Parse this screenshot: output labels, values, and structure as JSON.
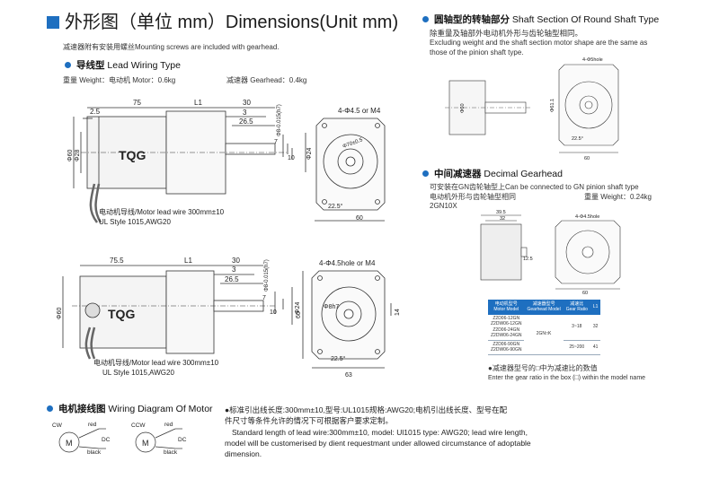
{
  "header": {
    "title": "外形图（单位 mm）Dimensions(Unit mm)",
    "note": "减速器附有安装用螺丝Mounting screws are included with gearhead."
  },
  "lead": {
    "title_cn": "导线型",
    "title_en": "Lead Wiring Type",
    "weight_motor": "重量 Weight：电动机 Motor：0.6kg",
    "weight_gear": "减速器 Gearhead：0.4kg"
  },
  "shaft": {
    "title_cn": "圆轴型的转轴部分",
    "title_en": "Shaft Section Of Round Shaft Type",
    "desc_cn": "除重量及轴部外电动机外形与齿轮轴型相同。",
    "desc_en1": "Excluding weight and the shaft section motor shape are the same as",
    "desc_en2": "those of the pinion shaft type."
  },
  "decimal": {
    "title_cn": "中间减速器",
    "title_en": "Decimal Gearhead",
    "desc1": "可安装在GN齿轮轴型上Can be connected to GN pinion shaft type",
    "desc2": "电动机外形与齿轮轴型相同",
    "weight": "重量 Weight：0.24kg",
    "model": "2GN10X"
  },
  "drawing1": {
    "dims": [
      "2.5",
      "75",
      "L1",
      "30",
      "3",
      "26.5",
      "Φ8-0.015(h7)",
      "7",
      "10",
      "Φ24",
      "Φ60",
      "Φ28",
      "Φ70±0.5",
      "4-Φ4.5 or M4",
      "22.5°",
      "60"
    ],
    "brand": "TQG",
    "lead_cn": "电动机导线/Motor lead wire 300mm±10",
    "lead_en": "UL Style 1015,AWG20"
  },
  "drawing2": {
    "dims": [
      "75.5",
      "L1",
      "30",
      "3",
      "26.5",
      "Φ8-0.015(h7)",
      "7",
      "10",
      "Φ24",
      "Φ60",
      "Φ8h7",
      "4-Φ4.5hole or M4",
      "60",
      "14",
      "22.5°",
      "63"
    ],
    "brand": "TQG",
    "lead_cn": "电动机导线/Motor lead wire 300mm±10",
    "lead_en": "UL Style 1015,AWG20"
  },
  "small_dims": {
    "shaft": [
      "4-Φ5hole",
      "Φ61.1",
      "Φ60",
      "22.5°",
      "60"
    ],
    "dec": [
      "39.5",
      "32",
      "12.5",
      "4-Φ4.5hole",
      "60"
    ]
  },
  "gear_table": {
    "headers": [
      "电动机型号\nMotor Model",
      "减速器型号\nGearhead Model",
      "减速比\nGear Ratio",
      "L1"
    ],
    "models": [
      "Z2D06-12GN",
      "Z2DW06-12GN",
      "Z2D06-24GN",
      "Z2DW06-24GN",
      "Z2D06-90GN",
      "Z2DW06-90GN"
    ],
    "gearhead": "2GN□K",
    "ratio1": "3~18",
    "l1_1": "32",
    "ratio2": "25~200",
    "l1_2": "41",
    "note_cn": "●减速器型号的□中为减速比的数值",
    "note_en": "Enter the gear ratio in the box (□) within the model name"
  },
  "wiring": {
    "title_cn": "电机接线图",
    "title_en": "Wiring Diagram Of Motor",
    "cw": "CW",
    "ccw": "CCW",
    "red": "red",
    "black": "black",
    "dc": "DC",
    "m": "M",
    "note_cn1": "●标准引出线长度:300mm±10,型号:UL1015规格:AWG20;电机引出线长度、型号在配",
    "note_cn2": "件尺寸等条件允许的情况下可根据客户要求定制。",
    "note_en1": "Standard length of lead wire:300mm±10, model: Ul1015 type: AWG20; lead wire length,",
    "note_en2": "model will be customerised by dient requestmant under allowed  circumstance of adoptable",
    "note_en3": "dimension."
  }
}
